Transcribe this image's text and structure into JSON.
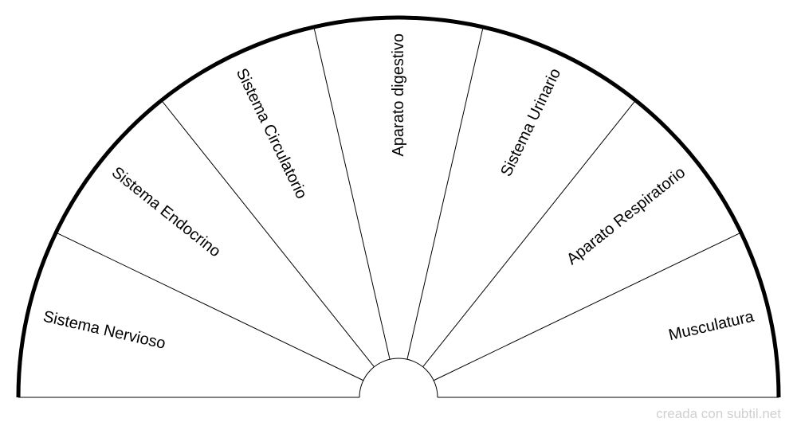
{
  "chart_data": {
    "type": "diagram",
    "segments": [
      "Sistema Nervioso",
      "Sistema Endocrino",
      "Sistema Circulatorio",
      "Aparato digestivo",
      "Sistema Urinario",
      "Aparato Respiratorio",
      "Musculatura"
    ]
  },
  "colors": {
    "background": "#ffffff",
    "outline": "#000000",
    "divider": "#000000",
    "credit": "#d0d0d0"
  },
  "credit": "creada con subtil.net"
}
